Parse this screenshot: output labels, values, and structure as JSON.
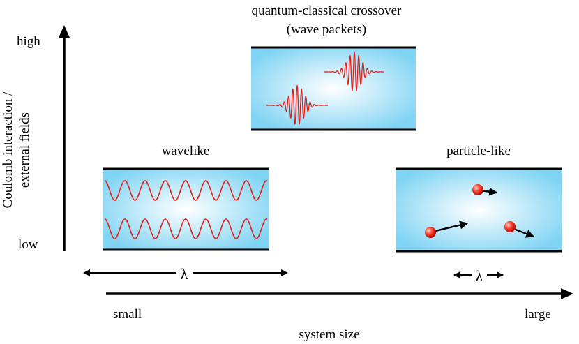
{
  "axes": {
    "y_label_line1": "Coulomb interaction /",
    "y_label_line2": "external fields",
    "y_high": "high",
    "y_low": "low",
    "x_label": "system size",
    "x_small": "small",
    "x_large": "large"
  },
  "panels": {
    "wavelike": {
      "title": "wavelike",
      "lambda": "λ"
    },
    "crossover": {
      "title_line1": "quantum-classical crossover",
      "title_line2": "(wave packets)"
    },
    "particle": {
      "title": "particle-like",
      "lambda": "λ"
    }
  },
  "colors": {
    "wave": "#e0201a",
    "box_edge": "#7fd3f3",
    "box_center": "#ffffff",
    "particle": "#e8221a",
    "line": "#000000"
  }
}
